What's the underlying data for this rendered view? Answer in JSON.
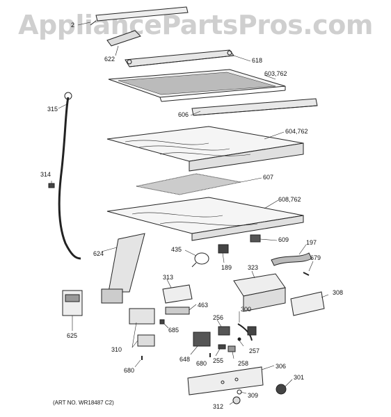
{
  "watermark": "AppliancePartsPros.com",
  "art_number": "(ART NO. WR18487 C2)",
  "parts": {
    "p2": "2",
    "p622": "622",
    "p618": "618",
    "p603": "603,762",
    "p315": "315",
    "p606": "606",
    "p604": "604,762",
    "p314": "314",
    "p607": "607",
    "p608": "608,762",
    "p624": "624",
    "p435": "435",
    "p189": "189",
    "p609": "609",
    "p197": "197",
    "p323": "323",
    "p679": "679",
    "p313": "313",
    "p308": "308",
    "p463": "463",
    "p300": "300",
    "p625": "625",
    "p685": "685",
    "p256": "256",
    "p257": "257",
    "p310": "310",
    "p648": "648",
    "p680a": "680",
    "p255": "255",
    "p258": "258",
    "p306": "306",
    "p680b": "680",
    "p301": "301",
    "p309": "309",
    "p312": "312"
  }
}
